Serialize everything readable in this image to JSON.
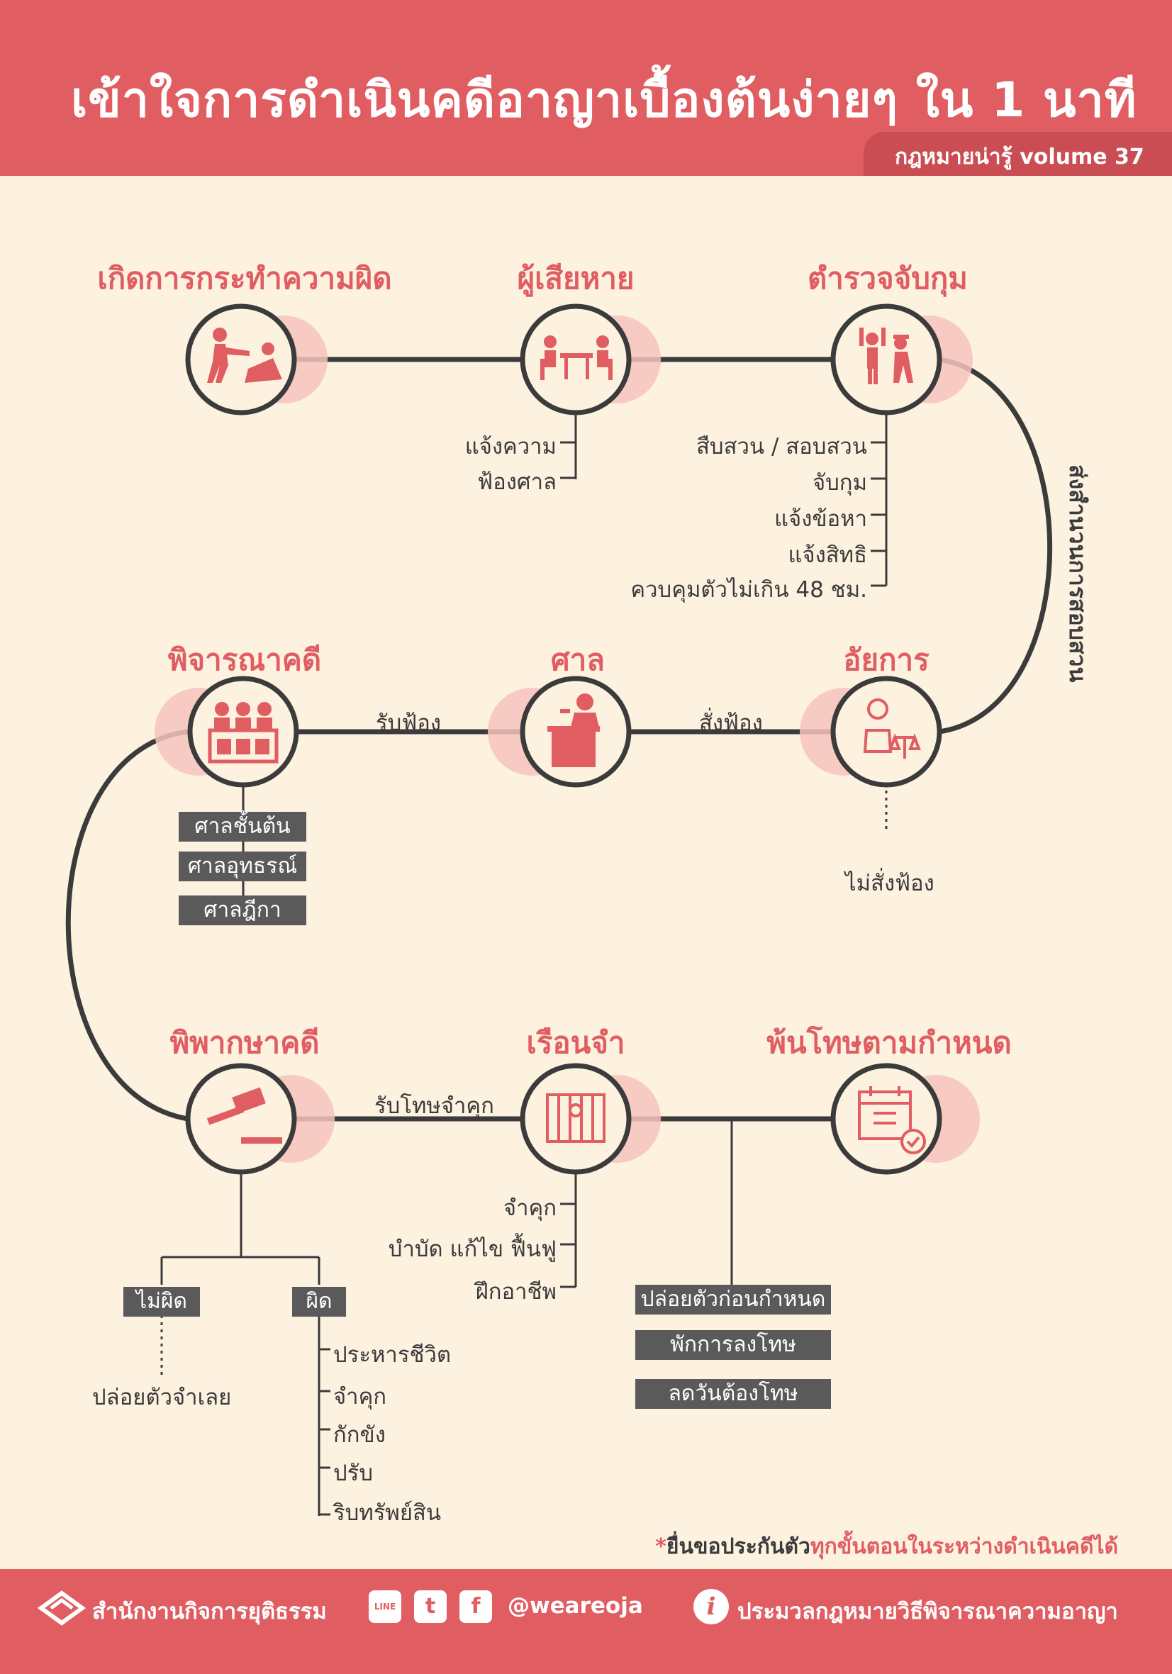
{
  "header": {
    "title": "เข้าใจการดำเนินคดีอาญาเบื้องต้นง่ายๆ ใน 1 นาที",
    "volume": "กฎหมายน่ารู้ volume 37"
  },
  "colors": {
    "accent": "#e05d62",
    "dark": "#3b3b3b",
    "background": "#fdf1e0",
    "box": "#5a5a5a"
  },
  "stages": {
    "offense": {
      "title": "เกิดการกระทำความผิด",
      "icon": "assault-icon"
    },
    "victim": {
      "title": "ผู้เสียหาย",
      "icon": "report-desk-icon"
    },
    "police": {
      "title": "ตำรวจจับกุม",
      "icon": "arrest-icon"
    },
    "prosecutor": {
      "title": "อัยการ",
      "icon": "prosecutor-scales-icon"
    },
    "court": {
      "title": "ศาล",
      "icon": "judge-bench-icon"
    },
    "trial": {
      "title": "พิจารณาคดี",
      "icon": "judges-panel-icon"
    },
    "judgment": {
      "title": "พิพากษาคดี",
      "icon": "gavel-icon"
    },
    "prison": {
      "title": "เรือนจำ",
      "icon": "prison-bars-icon"
    },
    "release": {
      "title": "พ้นโทษตามกำหนด",
      "icon": "calendar-check-icon"
    }
  },
  "victim_actions": [
    "แจ้งความ",
    "ฟ้องศาล"
  ],
  "police_actions": [
    "สืบสวน / สอบสวน",
    "จับกุม",
    "แจ้งข้อหา",
    "แจ้งสิทธิ",
    "ควบคุมตัวไม่เกิน 48 ชม."
  ],
  "connectors": {
    "send_file": "ส่งสำนวนการสอบสวน",
    "order_prosecute": "สั่งฟ้อง",
    "accept_case": "รับฟ้อง",
    "no_prosecute": "ไม่สั่งฟ้อง",
    "sentence": "รับโทษจำคุก"
  },
  "courts": [
    "ศาลชั้นต้น",
    "ศาลอุทธรณ์",
    "ศาลฎีกา"
  ],
  "verdict": {
    "not_guilty": "ไม่ผิด",
    "guilty": "ผิด",
    "release_now": "ปล่อยตัวจำเลย",
    "penalties": [
      "ประหารชีวิต",
      "จำคุก",
      "กักขัง",
      "ปรับ",
      "ริบทรัพย์สิน"
    ]
  },
  "prison_actions": [
    "จำคุก",
    "บำบัด แก้ไข ฟื้นฟู",
    "ฝึกอาชีพ"
  ],
  "early_release": [
    "ปล่อยตัวก่อนกำหนด",
    "พักการลงโทษ",
    "ลดวันต้องโทษ"
  ],
  "note": {
    "mark": "*",
    "text1": "ยื่นขอประกันตัว",
    "text2": "ทุกขั้นตอนในระหว่างดำเนินคดีได้"
  },
  "footer": {
    "org": "สำนักงานกิจการยุติธรรม",
    "line": "LINE",
    "twitter": "t",
    "facebook": "f",
    "handle": "@weareoja",
    "info": "i",
    "reference": "ประมวลกฎหมายวิธีพิจารณาความอาญา"
  }
}
